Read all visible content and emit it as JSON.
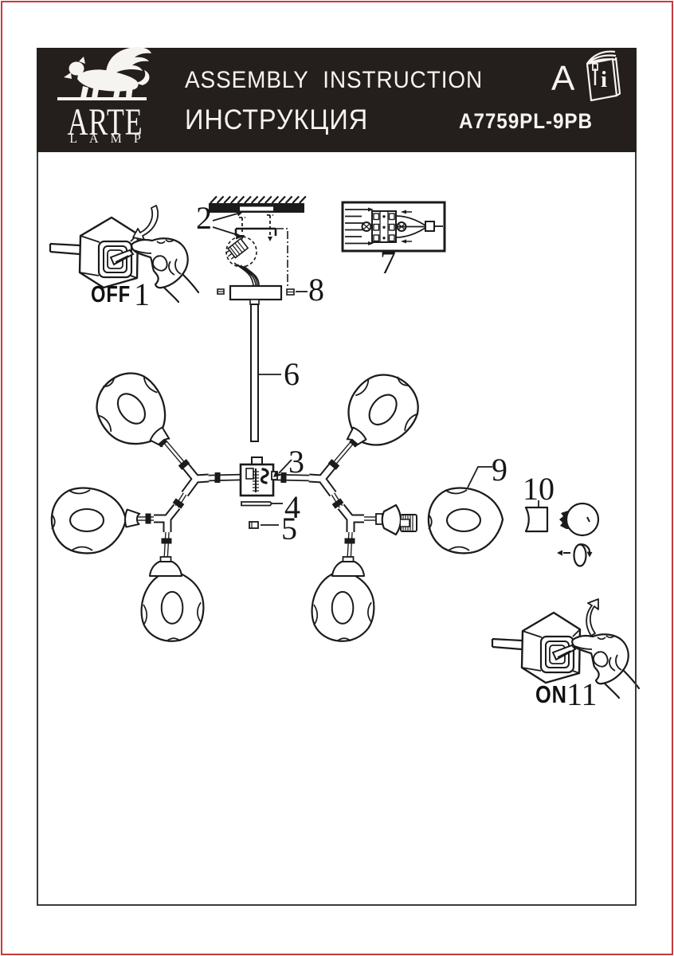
{
  "colors": {
    "page_border_red": "#c73b36",
    "header_background": "#241f1c",
    "line_ink": "#1b1b1b",
    "paper": "#ffffff"
  },
  "header": {
    "logo": {
      "brand": "ARTE",
      "subbrand": "LAMP",
      "icon": "winged-lion"
    },
    "title_en": "ASSEMBLY INSTRUCTION",
    "title_ru": "ИНСТРУКЦИЯ",
    "section_letter": "A",
    "manual_icon": "booklet-with-screwdriver-info",
    "manual_booklet_letter": "i",
    "model_code": "A7759PL-9PB"
  },
  "figure": {
    "switch_off": {
      "word": "OFF",
      "num": "1"
    },
    "switch_on": {
      "word": "ON",
      "num": "11"
    },
    "callouts": {
      "c2": "2",
      "c3": "3",
      "c4": "4",
      "c5": "5",
      "c6": "6",
      "c7": "7",
      "c8": "8",
      "c9": "9",
      "c10": "10"
    },
    "icons": [
      "off-switch-with-hand",
      "ceiling-hatch",
      "mounting-strap-screws",
      "wire-splice-detail",
      "terminal-block",
      "canopy",
      "down-rod",
      "central-hub",
      "threaded-pin",
      "screw",
      "chandelier-frame",
      "glass-shade",
      "lamp-socket",
      "shade-holder-cup",
      "bulb",
      "rotate-bulb-gesture",
      "on-switch-with-hand"
    ]
  }
}
